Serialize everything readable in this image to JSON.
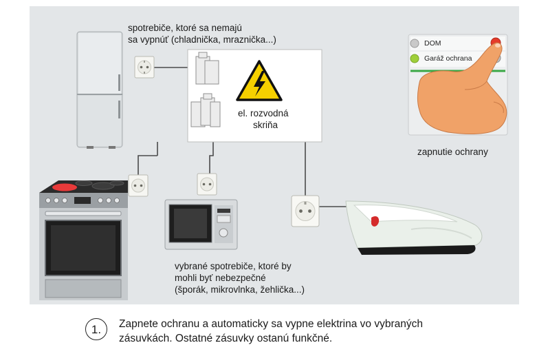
{
  "labels": {
    "fridge_note_line1": "spotrebiče, ktoré sa nemajú",
    "fridge_note_line2": "sa vypnúť (chladnička, mraznička...)",
    "cabinet_line1": "el. rozvodná",
    "cabinet_line2": "skriňa",
    "activation_caption": "zapnutie ochrany",
    "selected_line1": "vybrané spotrebiče, ktoré by",
    "selected_line2": "mohli byť nebezpečné",
    "selected_line3": "(šporák, mikrovlnka, žehlička...)"
  },
  "control_panel": {
    "row1": "DOM",
    "row2": "Garáž ochrana"
  },
  "step": {
    "number": "1.",
    "line1": "Zapnete ochranu a automaticky sa vypne elektrina vo vybraných",
    "line2": "zásuvkách. Ostatné zásuvky ostanú funkčné."
  },
  "colors": {
    "background_panel": "#e3e6e8",
    "warning_yellow": "#f5d000",
    "indicator_red": "#e53b2a",
    "indicator_green": "#9fcf3a",
    "panel_divider_green": "#3aa845",
    "hand_skin": "#f0a268"
  }
}
